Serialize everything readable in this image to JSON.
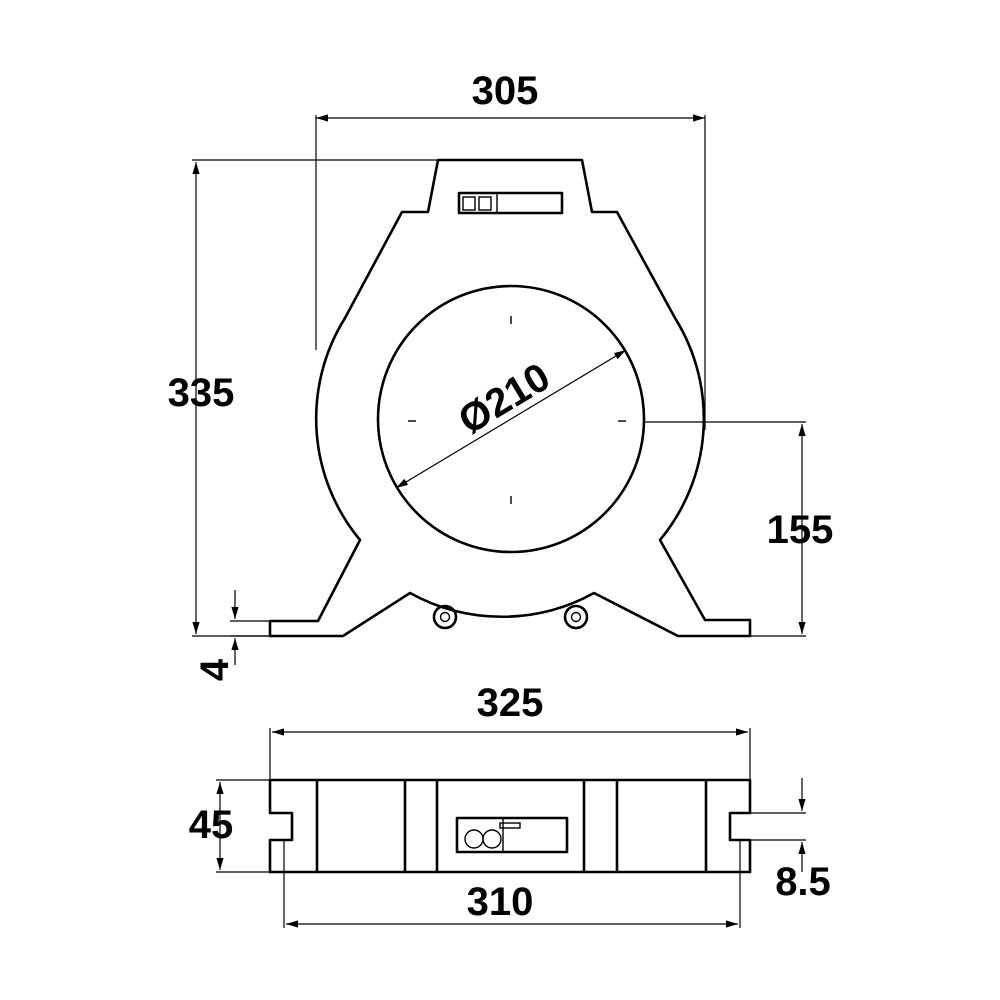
{
  "top_view": {
    "width_label": "305",
    "height_label": "335",
    "diameter_label": "Ø210",
    "center_height_label": "155",
    "foot_label": "4"
  },
  "bottom_view": {
    "width_label": "325",
    "height_label": "45",
    "inner_width_label": "310",
    "slot_label": "8.5"
  }
}
